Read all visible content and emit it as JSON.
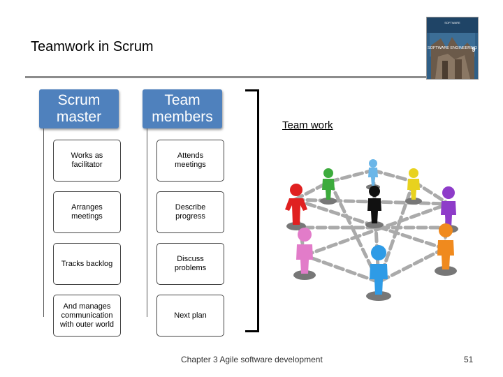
{
  "title": "Teamwork in Scrum",
  "book_cover": {
    "top_text": "SOFTWARE ENGINEERING",
    "edition": "9"
  },
  "columns": [
    {
      "header": [
        "Scrum",
        "master"
      ],
      "items": [
        [
          "Works as",
          "facilitator"
        ],
        [
          "Arranges",
          "meetings"
        ],
        [
          "Tracks backlog"
        ],
        [
          "And manages",
          "communication",
          "with outer world"
        ]
      ]
    },
    {
      "header": [
        "Team",
        "members"
      ],
      "items": [
        [
          "Attends",
          "meetings"
        ],
        [
          "Describe",
          "progress"
        ],
        [
          "Discuss",
          "problems"
        ],
        [
          "Next plan"
        ]
      ]
    }
  ],
  "team_work_label": "Team work",
  "footer": "Chapter 3 Agile software development",
  "page_number": "51",
  "colors": {
    "header_blue": "#4f81bd",
    "rule_gray": "#8c8c8c"
  },
  "figures": [
    "red",
    "green",
    "blue",
    "yellow",
    "black",
    "purple",
    "pink",
    "orange",
    "light-blue"
  ]
}
